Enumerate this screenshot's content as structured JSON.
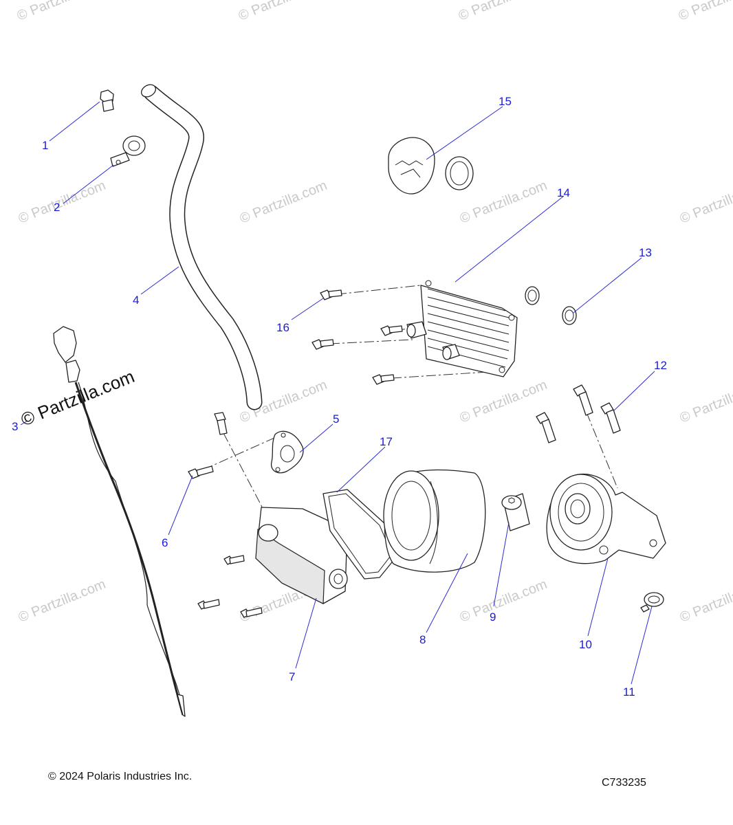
{
  "watermark": "© Partzilla.com",
  "watermark_prominent": "© Partzilla.com",
  "copyright": "© 2024 Polaris Industries Inc.",
  "figure_code": "C733235",
  "callout_color": "#1a1ad6",
  "callouts": [
    {
      "id": "1",
      "part": "bolt"
    },
    {
      "id": "2",
      "part": "p-clamp"
    },
    {
      "id": "3",
      "part": "dipstick"
    },
    {
      "id": "4",
      "part": "dipstick-tube"
    },
    {
      "id": "5",
      "part": "gasket"
    },
    {
      "id": "6",
      "part": "bolt"
    },
    {
      "id": "7",
      "part": "filter-housing-cover"
    },
    {
      "id": "8",
      "part": "oil-filter"
    },
    {
      "id": "9",
      "part": "filter-fitting"
    },
    {
      "id": "10",
      "part": "filter-adapter"
    },
    {
      "id": "11",
      "part": "hose-clamp"
    },
    {
      "id": "12",
      "part": "cap-screw"
    },
    {
      "id": "13",
      "part": "o-ring"
    },
    {
      "id": "14",
      "part": "oil-cooler"
    },
    {
      "id": "15",
      "part": "oil-fill-cap"
    },
    {
      "id": "16",
      "part": "cap-screw"
    },
    {
      "id": "17",
      "part": "housing-gasket"
    }
  ]
}
